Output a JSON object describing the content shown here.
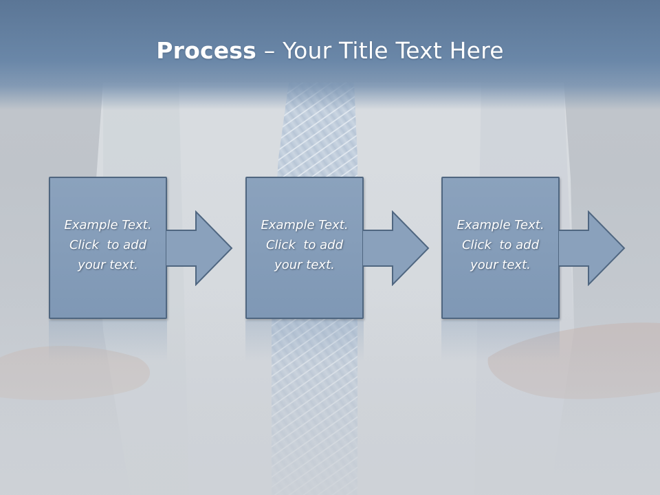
{
  "title": {
    "bold": "Process",
    "separator": " – ",
    "rest": "Your Title Text Here"
  },
  "steps": [
    {
      "line1": "Example Text.",
      "line2": "Click  to add",
      "line3": "your text."
    },
    {
      "line1": "Example Text.",
      "line2": "Click  to add",
      "line3": "your text."
    },
    {
      "line1": "Example Text.",
      "line2": "Click  to add",
      "line3": "your text."
    }
  ],
  "colors": {
    "title_band": "#5b7696",
    "box_fill": "#8ba2bd",
    "box_border": "#4f6680",
    "text": "#ffffff"
  }
}
